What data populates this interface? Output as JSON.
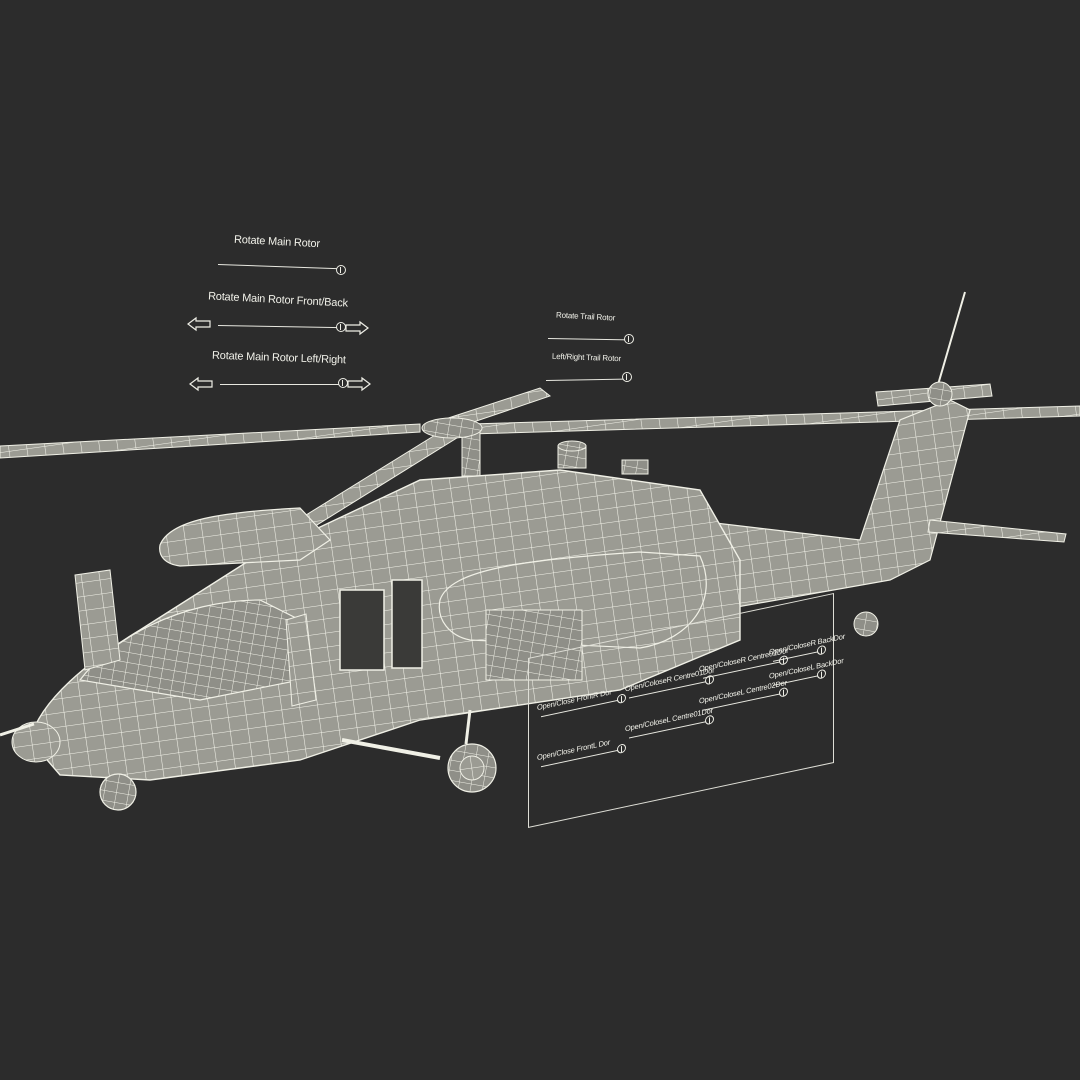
{
  "controls": {
    "main_rotor": {
      "label": "Rotate Main Rotor"
    },
    "main_rotor_front_back": {
      "label": "Rotate Main Rotor Front/Back"
    },
    "main_rotor_left_right": {
      "label": "Rotate Main Rotor Left/Right"
    },
    "trail_rotor": {
      "label": "Rotate Trail Rotor"
    },
    "trail_rotor_left_right": {
      "label": "Left/Right Trail Rotor"
    }
  },
  "door_panel": {
    "items": [
      {
        "label": "Open/Close FrontR Dor"
      },
      {
        "label": "Open/Close FrontL Dor"
      },
      {
        "label": "Open/ColoseR Centre01Dor"
      },
      {
        "label": "Open/ColoseL Centre01Dor"
      },
      {
        "label": "Open/ColoseR Centre02Dor"
      },
      {
        "label": "Open/ColoseL Centre02Dor"
      },
      {
        "label": "Open/ColoseR BackDor"
      },
      {
        "label": "Open/ColoseL BackDor"
      }
    ]
  },
  "colors": {
    "background": "#2c2c2c",
    "wireframe": "#f0f0e6",
    "model_fill": "#9a9a92"
  }
}
